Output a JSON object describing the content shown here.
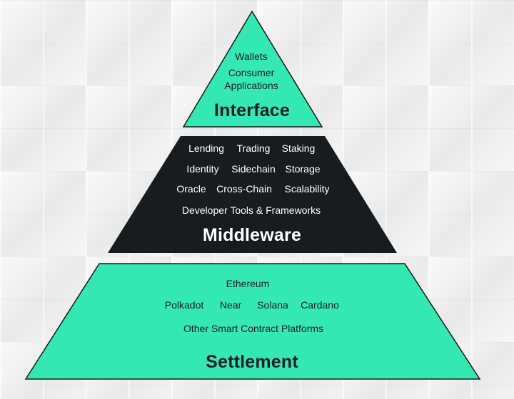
{
  "colors": {
    "mint": "#34e8b4",
    "dark": "#191b1f",
    "outline": "#1a1a1a"
  },
  "interface": {
    "items": [
      "Wallets",
      "Consumer",
      "Applications"
    ],
    "title": "Interface"
  },
  "middleware": {
    "rows": [
      [
        "Lending",
        "Trading",
        "Staking"
      ],
      [
        "Identity",
        "Sidechain",
        "Storage"
      ],
      [
        "Oracle",
        "Cross-Chain",
        "Scalability"
      ],
      [
        "Developer Tools & Frameworks"
      ]
    ],
    "title": "Middleware"
  },
  "settlement": {
    "rows": [
      [
        "Ethereum"
      ],
      [
        "Polkadot",
        "Near",
        "Solana",
        "Cardano"
      ],
      [
        "Other Smart Contract Platforms"
      ]
    ],
    "title": "Settlement"
  }
}
